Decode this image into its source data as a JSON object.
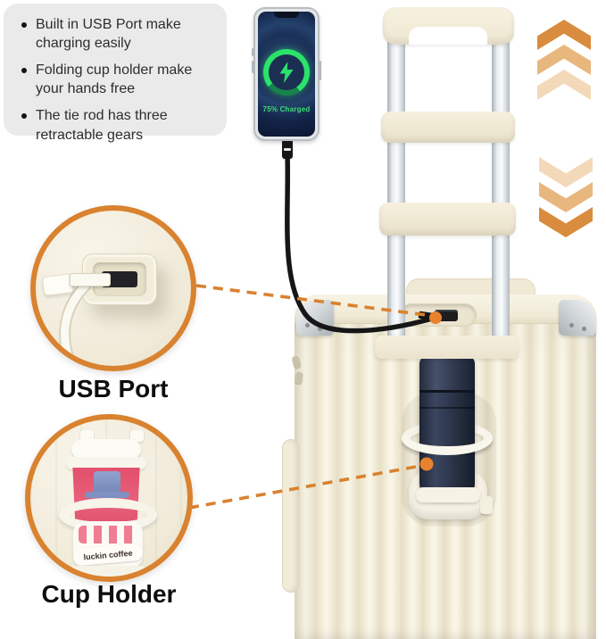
{
  "features": {
    "items": [
      "Built in USB Port make charging easily",
      "Folding cup holder make your hands free",
      "The tie rod has three retractable gears"
    ]
  },
  "phone": {
    "charge_label": "75% Charged"
  },
  "callouts": {
    "usb": {
      "label": "USB Port"
    },
    "cup": {
      "label": "Cup Holder",
      "cup_brand_text": "luckin coffee"
    }
  },
  "icons": {
    "bullet": "round-dot",
    "charging": "lightning-bolt",
    "retract_up": "triple-chevron-up",
    "retract_down": "triple-chevron-down"
  },
  "colors": {
    "accent_orange": "#D9822F",
    "arrow_dark": "#D98C3E",
    "arrow_mid": "#E8B77E",
    "arrow_light": "#F3D9BA",
    "charge_green": "#2BE36B",
    "suitcase_cream": "#F2EDDA",
    "panel_gray": "#EAEAEA",
    "bottle_navy": "#2A3245",
    "cup_pink": "#E2506C"
  }
}
